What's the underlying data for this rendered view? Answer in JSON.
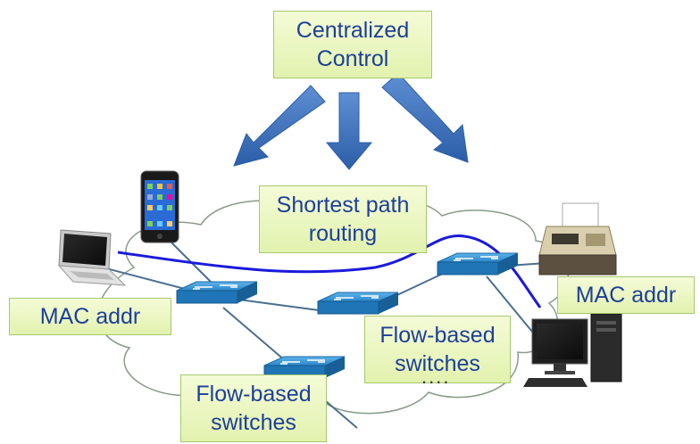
{
  "colors": {
    "box_text": "#1d3f9a",
    "box_fill": "#e8f5bd",
    "arrow": "#3b6fbd",
    "route": "#1a1adc",
    "switch": "#2f8fd0",
    "link": "#4b6f8f"
  },
  "control_box": {
    "line1": "Centralized",
    "line2": "Control"
  },
  "routing_box": {
    "line1": "Shortest path",
    "line2": "routing"
  },
  "mac_left": {
    "label": "MAC addr"
  },
  "mac_right": {
    "label": "MAC addr"
  },
  "flow_center": {
    "line1": "Flow-based",
    "line2": "switches"
  },
  "flow_bottom": {
    "line1": "Flow-based",
    "line2": "switches"
  },
  "ellipsis": "....",
  "icons": [
    "smartphone-icon",
    "laptop-icon",
    "fax-printer-icon",
    "desktop-computer-icon",
    "network-switch-icon"
  ]
}
